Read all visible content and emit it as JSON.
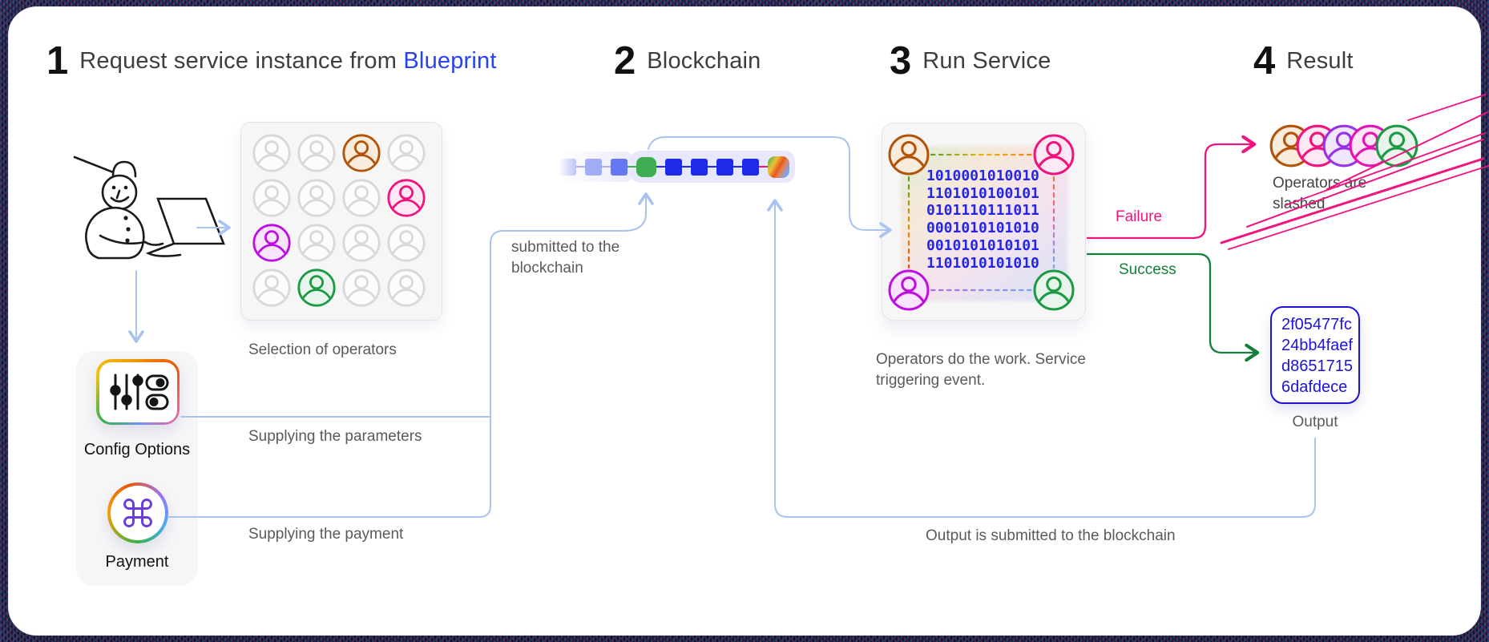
{
  "steps": [
    {
      "number": "1",
      "title": "Request service instance from",
      "highlight": "Blueprint"
    },
    {
      "number": "2",
      "title": "Blockchain"
    },
    {
      "number": "3",
      "title": "Run Service"
    },
    {
      "number": "4",
      "title": "Result"
    }
  ],
  "step1": {
    "grid_caption": "Selection of operators",
    "operators": [
      "gray",
      "gray",
      "orange",
      "gray",
      "gray",
      "gray",
      "gray",
      "pink",
      "purple",
      "gray",
      "gray",
      "gray",
      "gray",
      "green",
      "gray",
      "gray"
    ],
    "config_label": "Config Options",
    "payment_label": "Payment",
    "caption_parameters": "Supplying the parameters",
    "caption_payment": "Supplying the payment",
    "caption_submitted_line1": "submitted to the",
    "caption_submitted_line2": "blockchain"
  },
  "step2": {
    "blocks": [
      "fade1",
      "fade2",
      "fade3",
      "green",
      "blue",
      "blue",
      "blue",
      "blue",
      "rainbow"
    ],
    "connectors": [
      "light",
      "light",
      "green",
      "blue",
      "blue",
      "blue",
      "blue",
      "pink"
    ]
  },
  "step3": {
    "binary_lines": [
      "1010001010010",
      "1101010100101",
      "0101110111011",
      "0001010101010",
      "0010101010101",
      "1101010101010"
    ],
    "corner_avatars": [
      "orange",
      "pink",
      "purple",
      "green"
    ],
    "caption_line1": "Operators do the work. Service",
    "caption_line2": "triggering event."
  },
  "step4": {
    "failure_label": "Failure",
    "success_label": "Success",
    "slashed_avatars": [
      "orange",
      "pink",
      "violet",
      "magenta",
      "green"
    ],
    "slashed_caption_line1": "Operators are",
    "slashed_caption_line2": "slashed",
    "output_hash": [
      "2f05477fc",
      "24bb4faef",
      "d8651715",
      "6dafdece"
    ],
    "output_label": "Output",
    "submit_caption": "Output is submitted to the blockchain"
  },
  "avatar_colors": {
    "gray": {
      "stroke": "#d8d8d8",
      "fill": "#fcfcfc"
    },
    "orange": {
      "stroke": "#b35309",
      "fill": "#f9ecdc"
    },
    "pink": {
      "stroke": "#f1137e",
      "fill": "#fde9f3"
    },
    "purple": {
      "stroke": "#bd10e0",
      "fill": "#f8e4fc"
    },
    "violet": {
      "stroke": "#9633e8",
      "fill": "#f1e7fd"
    },
    "magenta": {
      "stroke": "#e613b4",
      "fill": "#fde7f6"
    },
    "green": {
      "stroke": "#1a9a42",
      "fill": "#e9f5ec"
    }
  },
  "colors": {
    "link_blue": "#2743ee",
    "binary_blue": "#2326e8",
    "output_blue": "#1d12d8",
    "failure_pink": "#f1137e",
    "success_green": "#157f3c",
    "connector_light_blue": "#a9c3ef"
  }
}
